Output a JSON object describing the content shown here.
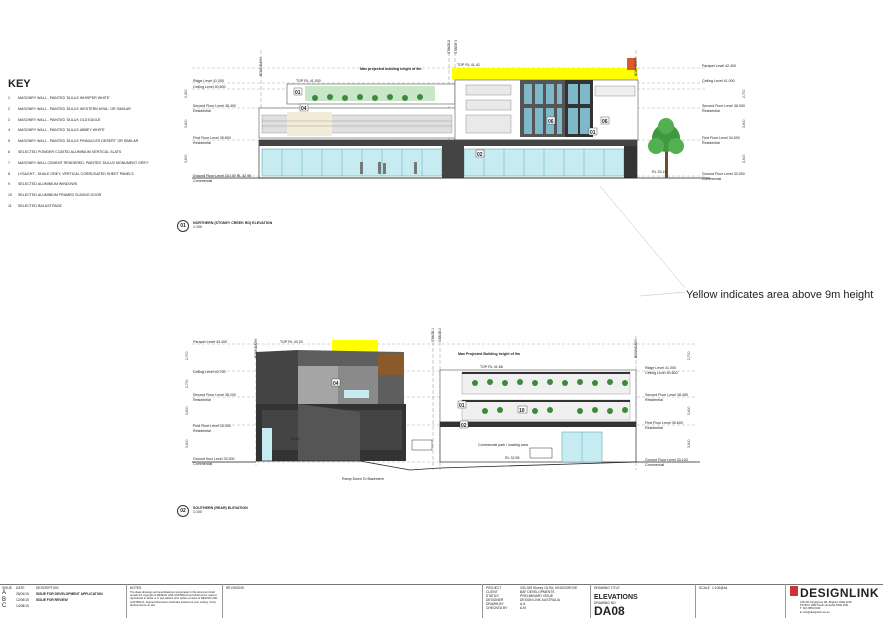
{
  "key": {
    "title": "KEY",
    "items": [
      {
        "n": "1",
        "text": "MASONRY WALL - PAINTED 'DULUX WHISPER WHITE'"
      },
      {
        "n": "2",
        "text": "MASONRY WALL - PAINTED 'DULUX WESTERN MYAL' OR SIMILAR"
      },
      {
        "n": "3",
        "text": "MASONRY WALL - PAINTED 'DULUX OLD EAGLE'"
      },
      {
        "n": "4",
        "text": "MASONRY WALL - PAINTED 'DULUX ABBEY WHITE'"
      },
      {
        "n": "5",
        "text": "MASONRY WALL - PAINTED 'DULUX PINNACLES DESERT' OR SIMILAR"
      },
      {
        "n": "6",
        "text": "SELECTED POWDER COATED ALUMINIUM VERTICAL SLATS"
      },
      {
        "n": "7",
        "text": "MASONRY WALL CEMENT RENDERED, PAINTED 'DULUX MONUMENT GREY'"
      },
      {
        "n": "8",
        "text": "LYSAGHT - SHALE GREY, VERTICAL CORRUGATED SHEET PANELS"
      },
      {
        "n": "9",
        "text": "SELECTED ALUMINIUM WINDOWS"
      },
      {
        "n": "10",
        "text": "SELECTED ALUMINIUM FRAMED SLIDING DOOR"
      },
      {
        "n": "11",
        "text": "SELECTED BALUSTRADE"
      }
    ]
  },
  "north": {
    "num": "01",
    "title": "NORTHERN (STONEY CREEK RD) ELEVATION",
    "scale": "1:100",
    "max_height": "Max projected building height of 9m",
    "top_rl": "TOP RL 41.000",
    "top_rl2": "TOP RL 41.42",
    "stage1": "STAGE 1",
    "stage2": "STAGE 2",
    "boundary": "BOUNDARY",
    "left_levels": [
      "Ridge Level 41.000",
      "Ceiling Level 40.600",
      "Second Floor Level 38.400",
      "Residential",
      "First Floor Level 35.600",
      "Residential",
      "Ground Floor Level 33.100 RL 32.95",
      "Commercial"
    ],
    "right_levels": [
      "Parapet Level 42.400",
      "Ceiling Level 41.000",
      "Second Floor Level 38.900",
      "Residential",
      "First Floor Level 34.000",
      "Residential",
      "Ground Floor Level 33.000",
      "Commercial"
    ],
    "dims": [
      "2,400",
      "2,700",
      "3,600",
      "3,600"
    ],
    "tags": [
      "01",
      "04",
      "02",
      "06",
      "06",
      "01"
    ],
    "rl_right": "RL 33.15"
  },
  "south": {
    "num": "02",
    "title": "SOUTHERN (REAR) ELEVATION",
    "scale": "1:100",
    "max_height": "Max Projected Building height of 9m",
    "top_rl": "TOP RL 43.20",
    "top_rl2": "TOP RL 41.68",
    "stage1": "STAGE 1",
    "stage2": "STAGE 2",
    "boundary": "BOUNDARY",
    "left_levels": [
      "Parapet Level 43.400",
      "Ceiling Level 40.700",
      "Second Floor Level 38.200",
      "Residential",
      "First Floor Level 33.300",
      "Residential",
      "Ground floor Level 33.300",
      "Commercial"
    ],
    "right_levels": [
      "Ridge Level 41.000",
      "Ceiling Level 40.600",
      "Second Floor Level 38.450",
      "Residential",
      "First Floor Level 35.600",
      "Residential",
      "Ground Floor Level 33.100",
      "Commercial"
    ],
    "dims": [
      "2,700",
      "2,700",
      "3,600",
      "3,600"
    ],
    "tags": [
      "04",
      "01",
      "10",
      "02"
    ],
    "parking": "Commercial park / loading area",
    "ramp": "Ramp Down To Basement",
    "spot": "RL 32.55",
    "spot2": "34.00"
  },
  "note": "Yellow indicates area above 9m height",
  "title_block": {
    "issue_hdr": "ISSUE",
    "date_hdr": "DATE",
    "desc_hdr": "DESCRIPTION",
    "revisions": [
      {
        "letter": "A",
        "date": "28/04/15",
        "desc": "ISSUE FOR DEVELOPMENT APPLICATION"
      },
      {
        "letter": "B",
        "date": "12/08/15",
        "desc": "ISSUE FOR REVIEW"
      },
      {
        "letter": "C",
        "date": "14/08/15",
        "desc": ""
      }
    ],
    "notes_hdr": "NOTES",
    "notes": "The ideas drawings and specifications incorporated in this document shall remain the copyright of DESIGN LINK AUSTRALIA and shall not be used or reproduced in whole or in part without prior written consent of DESIGN LINK AUSTRALIA. Figured dimensions shall take preference over scaling. Verify all dimensions on site.",
    "revisions_hdr": "REVISIONS",
    "project_labels": [
      "PROJECT",
      "CLIENT",
      "STATUS",
      "DESIGNER",
      "DRAWN BY",
      "CHECKED BY"
    ],
    "project_values": [
      "333-339 Stoney Ck Rd, KINGSGROVE",
      "BAF DEVELOPMENTS",
      "PRELIMINARY ISSUE",
      "DESIGN LINK AUSTRALIA",
      "A.A",
      "A.M"
    ],
    "drawing_title_hdr": "DRAWING TITLE",
    "drawing_title": "ELEVATIONS",
    "drawing_no_hdr": "DRAWING NO",
    "drawing_no": "DA08",
    "scale_label": "SCALE",
    "scale_value": "1:100@A1",
    "logo": "DESIGNLINK",
    "contact": [
      "145-151 Kingsgrove Rd, Brighton NSW 2218",
      "PO BOX 1582 South Hurstville NSW 2221",
      "T: (02) 9553 0042",
      "E: info@designlink.net.au"
    ]
  }
}
